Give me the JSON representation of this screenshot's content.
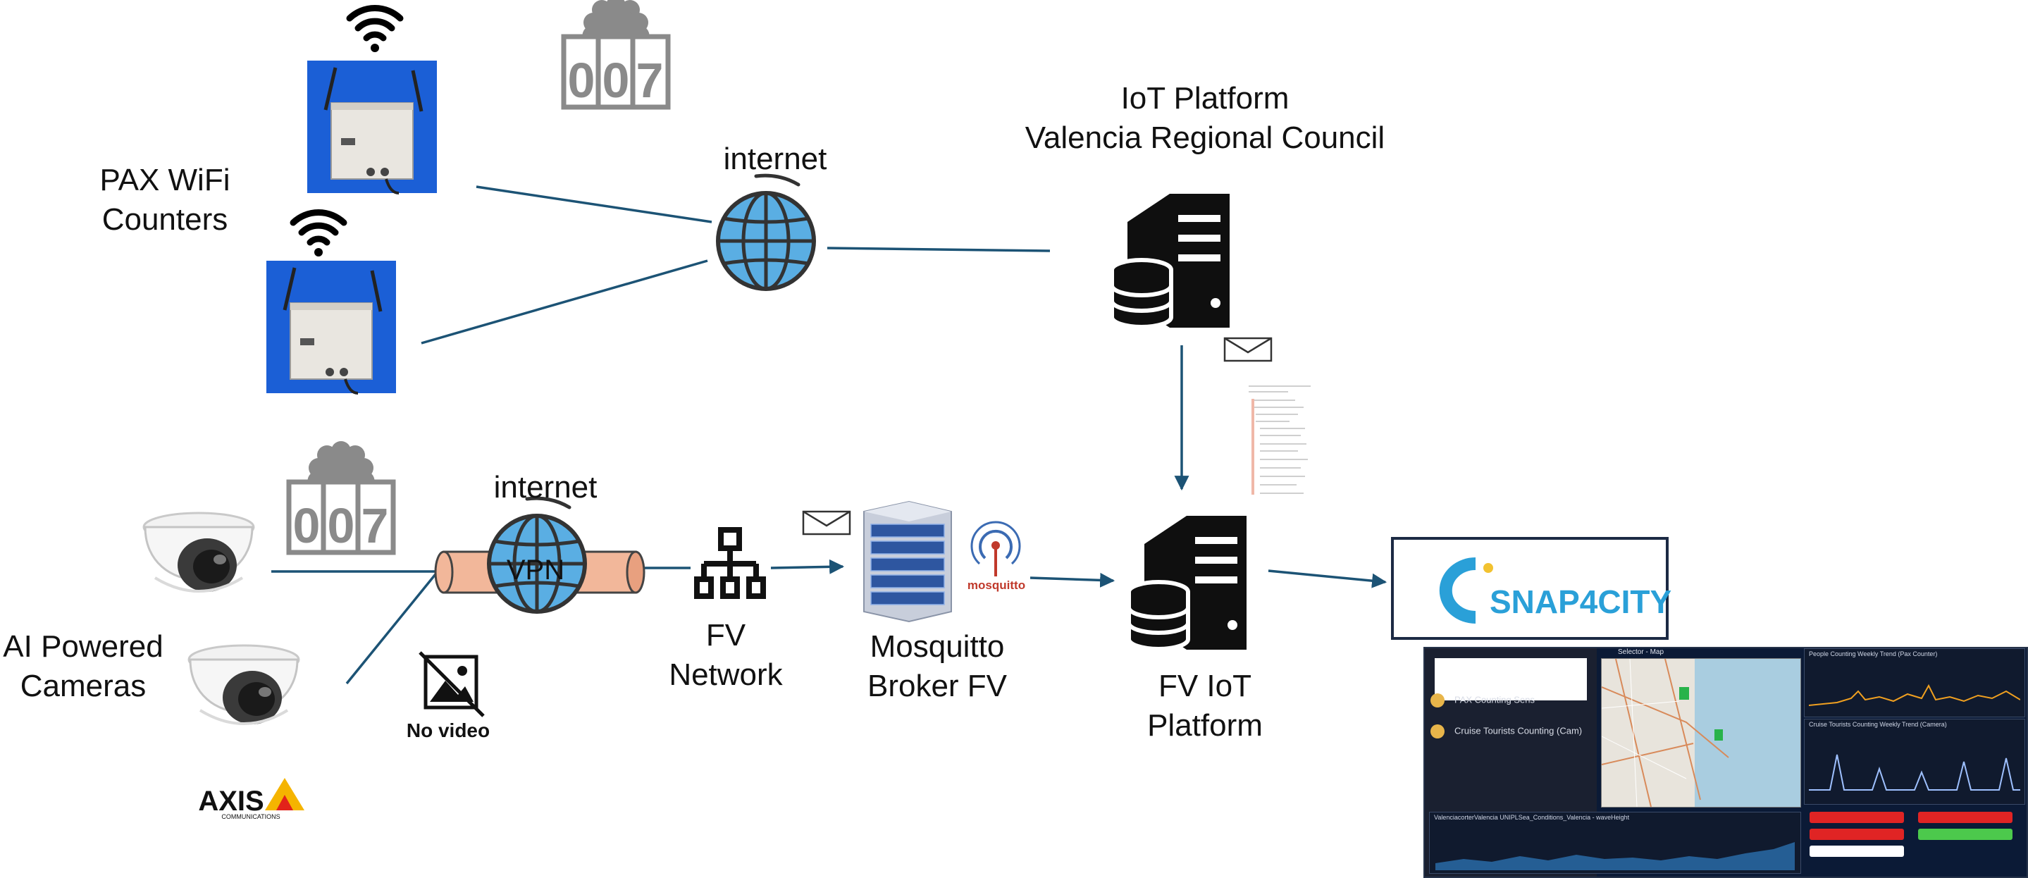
{
  "labels": {
    "pax_wifi": [
      "PAX WiFi",
      "Counters"
    ],
    "internet_top": "internet",
    "iot_platform": [
      "IoT Platform",
      "Valencia Regional Council"
    ],
    "internet_bottom": "internet",
    "vpn": "VPN",
    "ai_cameras": [
      "AI Powered",
      "Cameras"
    ],
    "no_video": "No video",
    "fv_network": [
      "FV",
      "Network"
    ],
    "mosquitto_broker": [
      "Mosquitto",
      "Broker FV"
    ],
    "fv_iot_platform": [
      "FV IoT",
      "Platform"
    ],
    "counter_digits": [
      "0",
      "0",
      "7"
    ],
    "mosquitto_logo": "mosquitto",
    "axis_logo": "AXIS",
    "axis_sub": "COMMUNICATIONS",
    "snap4city_logo": "SNAP4CITY"
  },
  "dashboard": {
    "map_title": "Selector - Map",
    "pax_sensor": "PAX Counting Sens",
    "cruise_cam": "Cruise Tourists Counting (Cam)",
    "trend_pax_title": "People Counting Weekly Trend (Pax Counter)",
    "trend_cam_title": "Cruise Tourists Counting Weekly Trend (Camera)",
    "bottom_chart_title": "ValenciacorterValencia UNIPLSea_Conditions_Valencia - waveHeight"
  },
  "colors": {
    "connector": "#1c5375",
    "globe": "#5aaee3",
    "server": "#0f0f0f",
    "vpn_tube": "#f2b79a",
    "counter_gray": "#8a8a8a",
    "snap_blue": "#2aa0d8",
    "dashboard_bg": "#0b1a36"
  },
  "icons": [
    "wifi-icon",
    "people-counter-icon",
    "globe-icon",
    "server-icon",
    "envelope-icon",
    "network-icon",
    "broker-server-icon",
    "no-video-icon",
    "security-camera-icon",
    "code-snippet-icon"
  ]
}
